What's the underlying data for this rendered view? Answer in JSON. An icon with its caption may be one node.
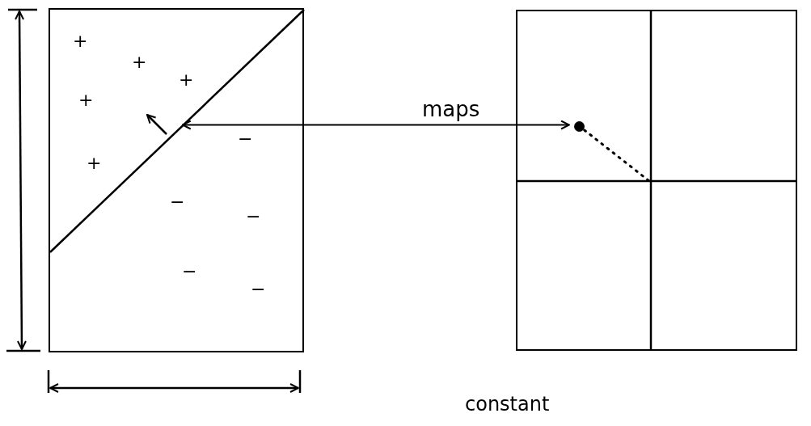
{
  "diagram": {
    "nodes": [
      {
        "text": [],
        "shape": "box"
      },
      {
        "text": [],
        "shape": "line",
        "in": 0
      },
      {
        "text": [],
        "shape": "box"
      },
      {
        "text": [],
        "shape": "circle",
        "in": 2
      }
    ],
    "edges": [
      {
        "from": 1,
        "to": 3,
        "arrow": "both",
        "label": "maps"
      },
      {
        "from": 3,
        "to": null,
        "arrow": "none",
        "style": "dashed"
      }
    ],
    "labels": [
      "+",
      "+",
      "+",
      "+",
      "+",
      "−",
      "−",
      "−",
      "−",
      "−",
      "constant"
    ]
  }
}
